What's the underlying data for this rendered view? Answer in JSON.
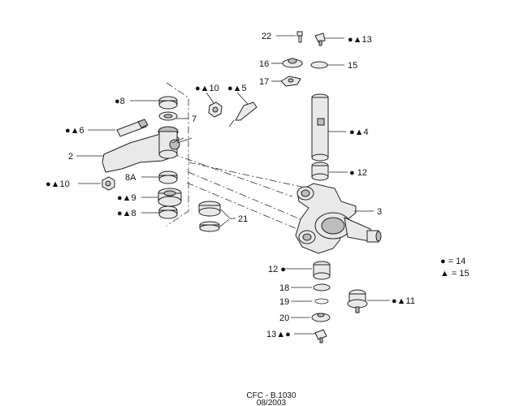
{
  "callouts": {
    "c22": "22",
    "c13a": "●▲13",
    "c16": "16",
    "c15": "15",
    "c17": "17",
    "c10a": "●▲10",
    "c5": "●▲5",
    "c8a": "●8",
    "c7": "7",
    "c6": "●▲6",
    "c4": "●▲4",
    "c2": "2",
    "c12a": "● 12",
    "c8A": "8A",
    "c10b": "●▲10",
    "c9": "●▲9",
    "c3": "3",
    "c8b": "●▲8",
    "c21": "21",
    "c12b": "12 ●",
    "c18": "18",
    "c11": "●▲11",
    "c19": "19",
    "c20": "20",
    "c13b": "13▲●"
  },
  "legend": {
    "circle": "● = 14",
    "triangle": "▲ = 15"
  },
  "footer": {
    "ref": "CFC - B.1030",
    "date": "08/2003"
  }
}
